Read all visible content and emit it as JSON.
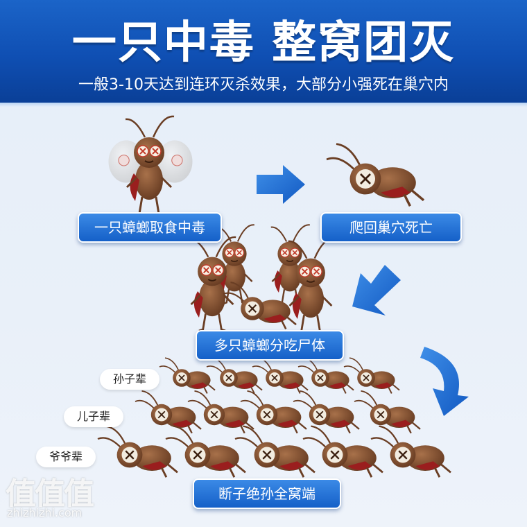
{
  "header": {
    "headline": "一只中毒 整窝团灭",
    "subline": "一般3-10天达到连环灭杀效果，大部分小强死在巢穴内"
  },
  "steps": {
    "step1": "一只蟑螂取食中毒",
    "step2": "爬回巢穴死亡",
    "step3": "多只蟑螂分吃尸体",
    "step4": "断子绝孙全窝端"
  },
  "generations": {
    "grandchildren": "孙子辈",
    "children": "儿子辈",
    "grandparents": "爷爷辈"
  },
  "watermark": {
    "logo": "值值值",
    "url": "zhizhizhi.com"
  },
  "colors": {
    "banner": "#0f4fb3",
    "pill": "#1560c8",
    "arrow": "#1a6fd4",
    "roach": "#7b4a2d"
  }
}
